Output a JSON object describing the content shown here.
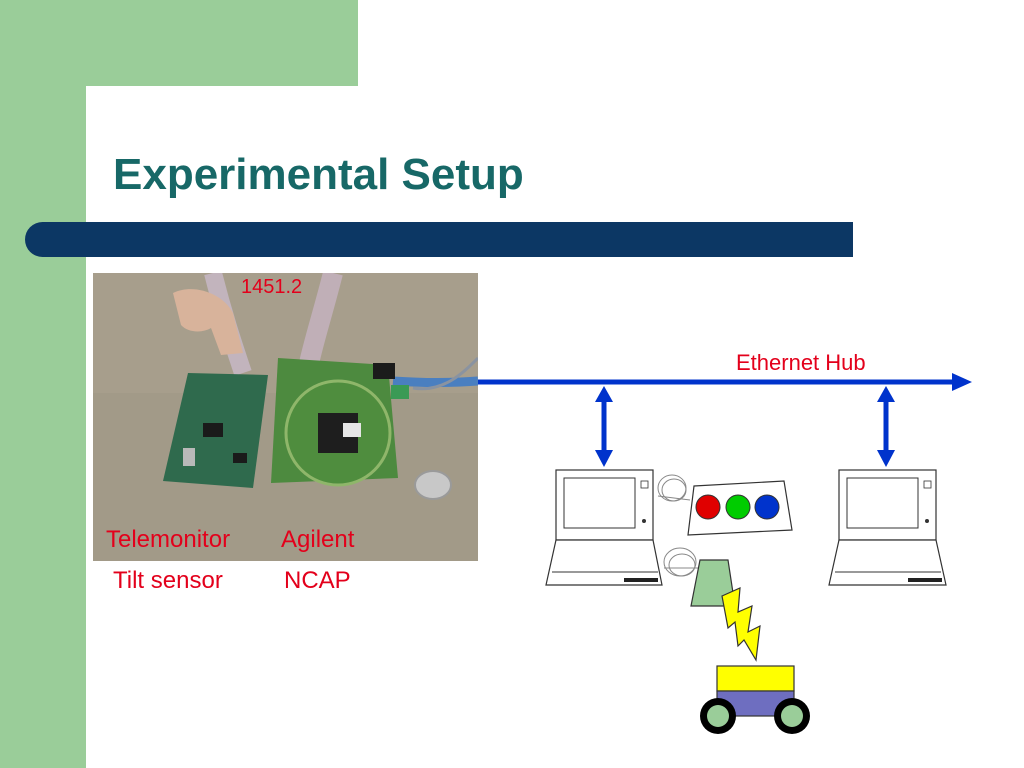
{
  "slide": {
    "title": "Experimental Setup",
    "colors": {
      "title": "#176867",
      "accent_green": "#9acd99",
      "title_bar": "#0c3764",
      "label_red": "#e3001b",
      "link_blue": "#0033cc"
    }
  },
  "photo": {
    "standard_label": "1451.2",
    "left_board_label_1": "Telemonitor",
    "left_board_label_2": "Tilt sensor",
    "right_board_label_1": "Agilent",
    "right_board_label_2": "NCAP"
  },
  "diagram": {
    "hub_label": "Ethernet Hub",
    "icons": [
      "laptop-icon",
      "laptop-icon",
      "traffic-light-icon",
      "wireless-base-icon",
      "lightning-icon",
      "robot-cart-icon"
    ]
  }
}
